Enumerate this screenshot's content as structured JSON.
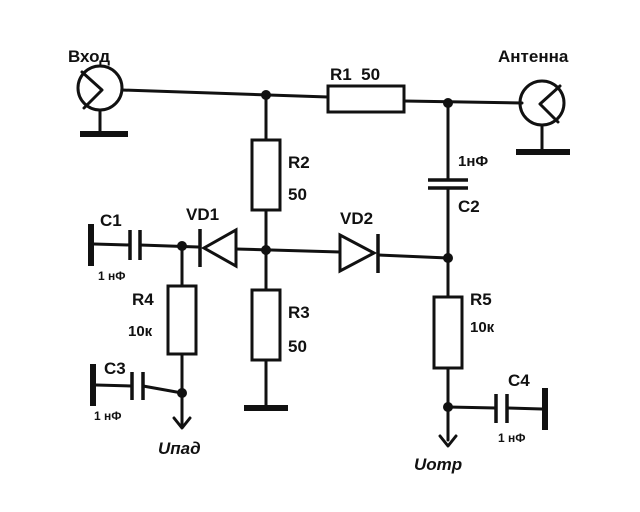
{
  "labels": {
    "input": "Вход",
    "antenna": "Антенна",
    "r1": "R1  50",
    "r2": "R2",
    "r2_val": "50",
    "r3": "R3",
    "r3_val": "50",
    "r4": "R4",
    "r4_val": "10к",
    "r5": "R5",
    "r5_val": "10к",
    "c1": "C1",
    "c1_val": "1 нФ",
    "c2": "C2",
    "c2_val": "1нФ",
    "c3": "C3",
    "c3_val": "1 нФ",
    "c4": "C4",
    "c4_val": "1 нФ",
    "vd1": "VD1",
    "vd2": "VD2",
    "u_pad": "Uпад",
    "u_otr": "Uотр"
  }
}
